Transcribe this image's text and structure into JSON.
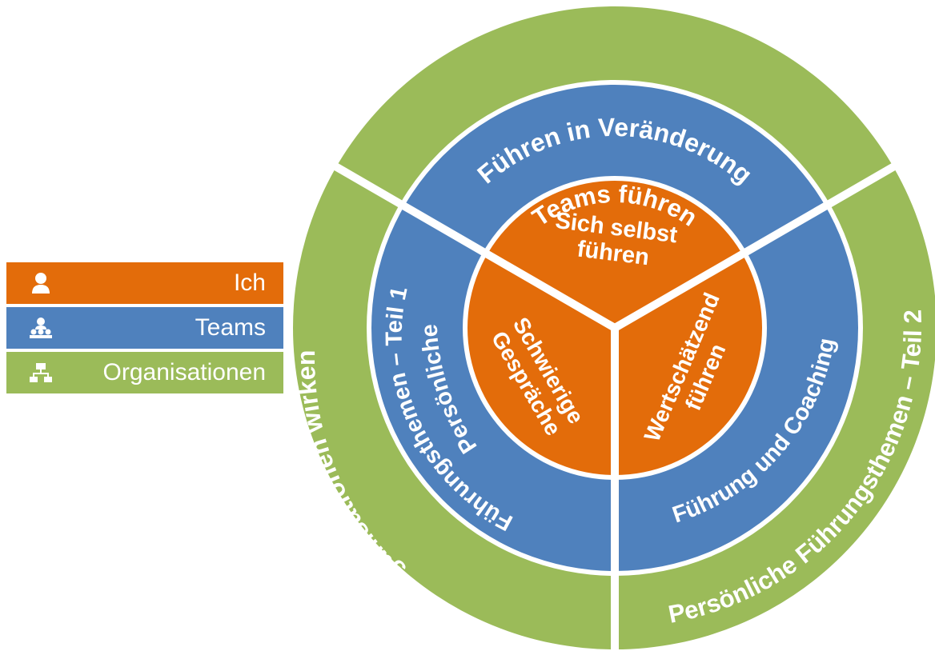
{
  "legend": [
    {
      "label": "Ich",
      "color": "#e36c0a",
      "icon": "person-icon"
    },
    {
      "label": "Teams",
      "color": "#4f81bd",
      "icon": "team-icon"
    },
    {
      "label": "Organisationen",
      "color": "#9bbb59",
      "icon": "org-chart-icon"
    }
  ],
  "colors": {
    "inner": "#e36c0a",
    "middle": "#4f81bd",
    "outer": "#9bbb59",
    "divider": "#ffffff"
  },
  "outer_ring": {
    "top": "Führen in Veränderung",
    "left": "In Organisationen wirken",
    "right": "Persönliche Führungsthemen – Teil 2"
  },
  "middle_ring": {
    "top": "Teams führen",
    "left_1": "Persönliche",
    "left_2": "Führungsthemen – Teil 1",
    "right": "Führung und Coaching"
  },
  "inner_circle": {
    "top_1": "Sich selbst",
    "top_2": "führen",
    "left_1": "Schwierige",
    "left_2": "Gespräche",
    "right_1": "Wertschätzend",
    "right_2": "führen"
  }
}
